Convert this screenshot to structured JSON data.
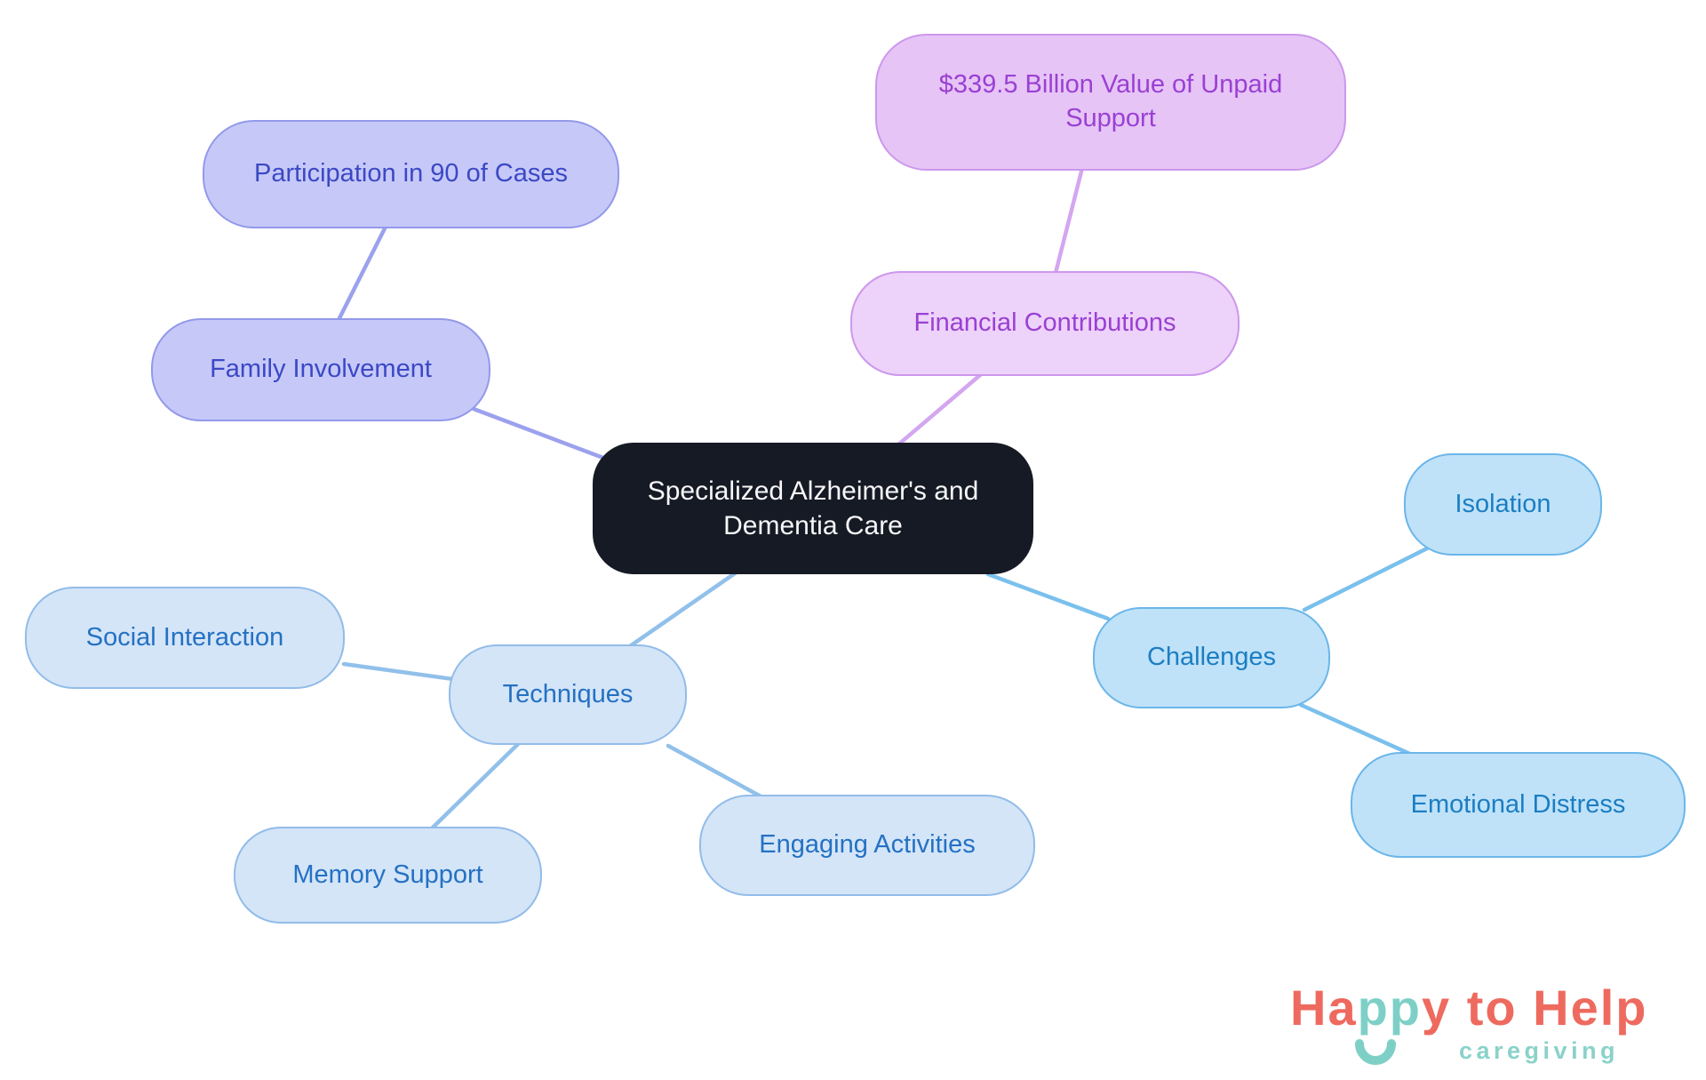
{
  "mindmap": {
    "nodes": {
      "center": "Specialized Alzheimer's and Dementia Care",
      "family_involvement": "Family Involvement",
      "participation": "Participation in 90 of Cases",
      "financial_contributions": "Financial Contributions",
      "unpaid_support_value": "$339.5 Billion Value of Unpaid Support",
      "techniques": "Techniques",
      "social_interaction": "Social Interaction",
      "memory_support": "Memory Support",
      "engaging_activities": "Engaging Activities",
      "challenges": "Challenges",
      "isolation": "Isolation",
      "emotional_distress": "Emotional Distress"
    },
    "connections": [
      [
        "participation",
        "family_involvement"
      ],
      [
        "family_involvement",
        "center"
      ],
      [
        "unpaid_support_value",
        "financial_contributions"
      ],
      [
        "financial_contributions",
        "center"
      ],
      [
        "center",
        "techniques"
      ],
      [
        "techniques",
        "social_interaction"
      ],
      [
        "techniques",
        "memory_support"
      ],
      [
        "techniques",
        "engaging_activities"
      ],
      [
        "center",
        "challenges"
      ],
      [
        "challenges",
        "isolation"
      ],
      [
        "challenges",
        "emotional_distress"
      ]
    ],
    "palette": {
      "center_fill": "#161a24",
      "center_text": "#f7f7f9",
      "lavender_fill": "#c6c9f8",
      "lavender_border": "#9399ea",
      "lavender_text": "#3b48c5",
      "lavender_line": "#9ba1ed",
      "purple_deep_fill": "#e6c4f6",
      "purple_light_fill": "#edd2fa",
      "purple_border": "#cd97ec",
      "purple_text": "#9a40d3",
      "purple_line": "#d4a6f0",
      "blue_fill": "#d4e5f8",
      "blue_border": "#92bce8",
      "blue_text": "#2471c3",
      "blue_line": "#91c0ea",
      "sky_fill": "#bfe2f9",
      "sky_border": "#6bb6e9",
      "sky_text": "#1b7ec2",
      "sky_line": "#7ac0ed"
    }
  },
  "logo": {
    "happy_ha": "Ha",
    "happy_pp": "pp",
    "happy_rest": "y to Help",
    "tagline": "caregiving",
    "coral": "#ee6a5f",
    "teal": "#7ed0c7"
  }
}
